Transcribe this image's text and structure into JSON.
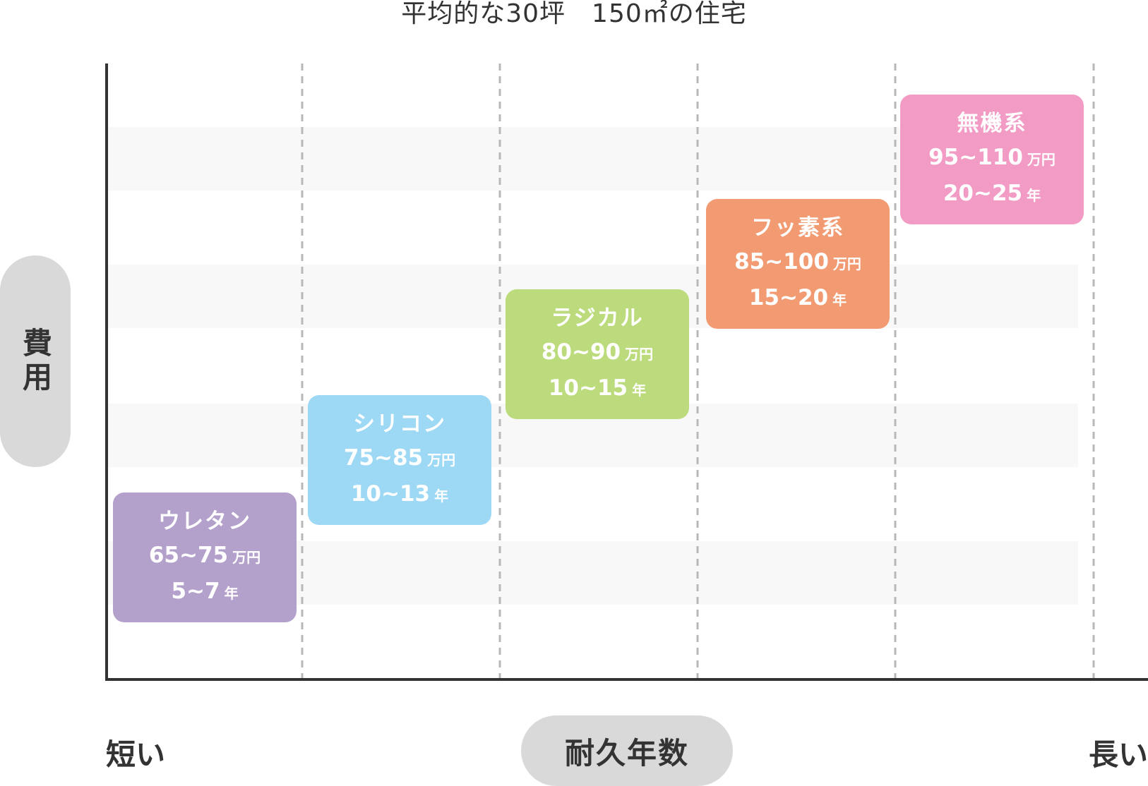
{
  "chart_data": {
    "type": "table",
    "title": "平均的な30坪　150㎡の住宅",
    "ylabel": "費用",
    "xlabel": "耐久年数",
    "x_start_label": "短い",
    "x_end_label": "長い",
    "grid": true,
    "items": [
      {
        "name": "ウレタン",
        "cost": "65~75",
        "cost_unit": "万円",
        "years": "5~7",
        "years_unit": "年",
        "color": "#b3a1cc"
      },
      {
        "name": "シリコン",
        "cost": "75~85",
        "cost_unit": "万円",
        "years": "10~13",
        "years_unit": "年",
        "color": "#9dd8f5"
      },
      {
        "name": "ラジカル",
        "cost": "80~90",
        "cost_unit": "万円",
        "years": "10~15",
        "years_unit": "年",
        "color": "#bcdb7c"
      },
      {
        "name": "フッ素系",
        "cost": "85~100",
        "cost_unit": "万円",
        "years": "15~20",
        "years_unit": "年",
        "color": "#f29b73"
      },
      {
        "name": "無機系",
        "cost": "95~110",
        "cost_unit": "万円",
        "years": "20~25",
        "years_unit": "年",
        "color": "#f29bc4"
      }
    ]
  }
}
